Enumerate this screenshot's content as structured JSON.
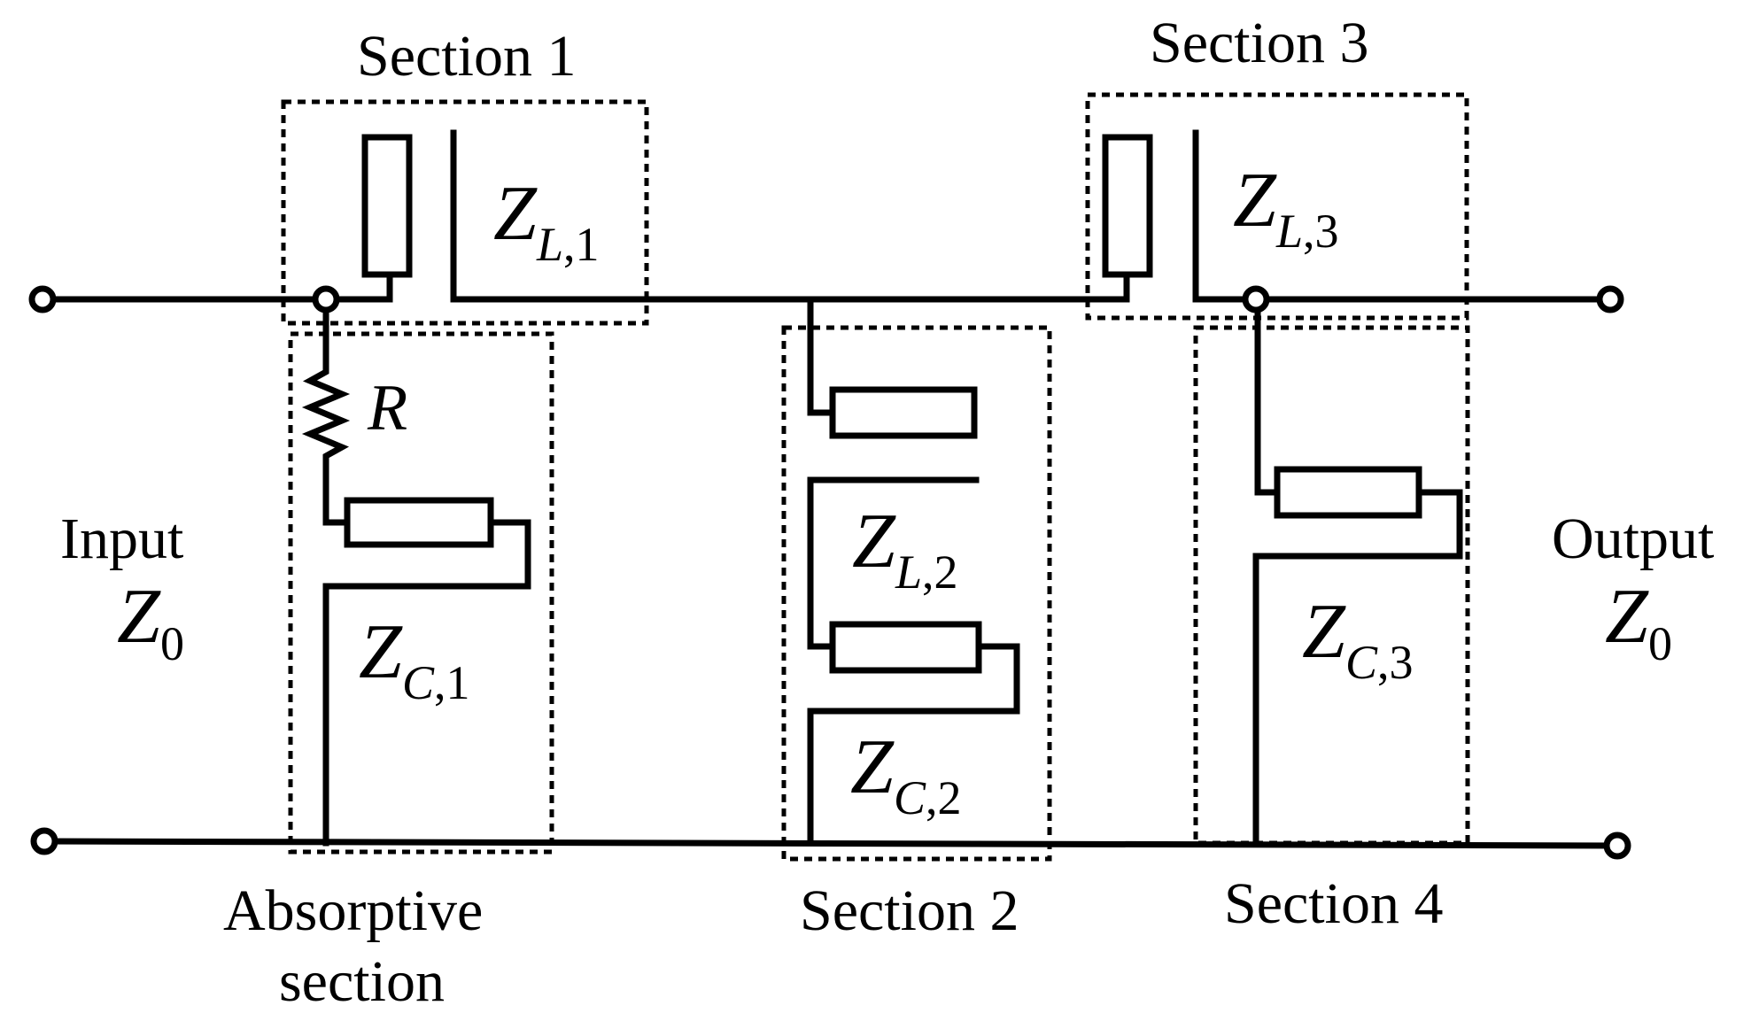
{
  "labels": {
    "section1": "Section 1",
    "section2": "Section 2",
    "section3": "Section 3",
    "section4": "Section 4",
    "absorptive_line1": "Absorptive",
    "absorptive_line2": "section",
    "input": "Input",
    "output": "Output",
    "resistor": "R"
  },
  "symbols": {
    "z": "Z",
    "input_z0_sub": "0",
    "output_z0_sub": "0",
    "zl1_sub_letter": "L",
    "zl1_sub_index": ",1",
    "zc1_sub_letter": "C",
    "zc1_sub_index": ",1",
    "zl2_sub_letter": "L",
    "zl2_sub_index": ",2",
    "zc2_sub_letter": "C",
    "zc2_sub_index": ",2",
    "zl3_sub_letter": "L",
    "zl3_sub_index": ",3",
    "zc3_sub_letter": "C",
    "zc3_sub_index": ",3"
  }
}
